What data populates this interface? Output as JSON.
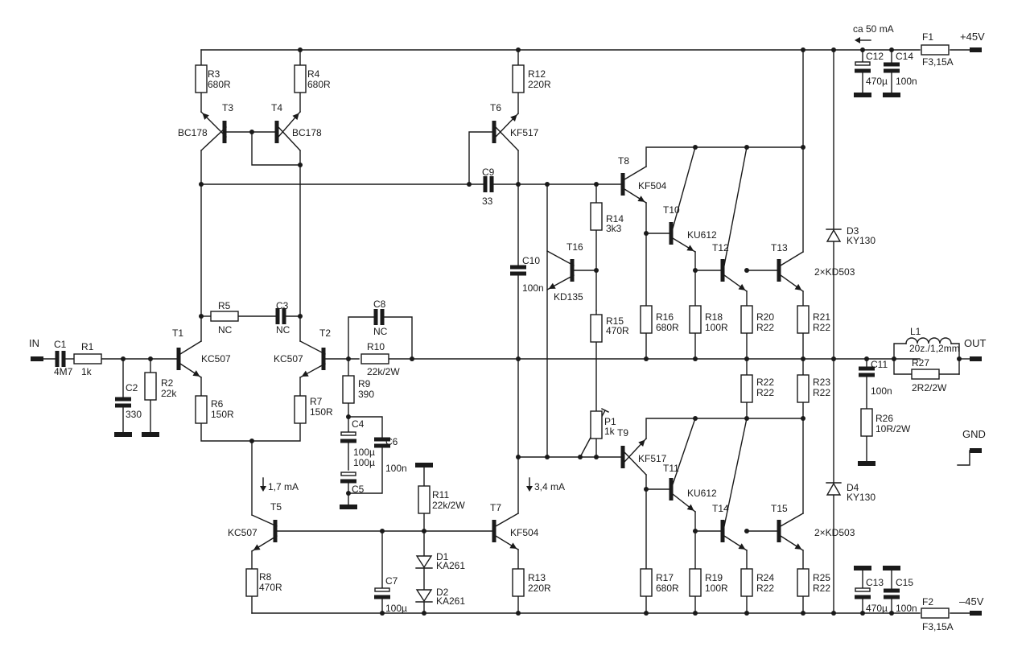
{
  "labels": {
    "IN": "IN",
    "OUT": "OUT",
    "GND": "GND",
    "plus45": "+45V",
    "minus45": "–45V",
    "current_q": "ca 50 mA",
    "i17": "1,7 mA",
    "i34": "3,4 mA",
    "C1": "C1",
    "C1v": "4M7",
    "R1": "R1",
    "R1v": "1k",
    "C2": "C2",
    "C2v": "330",
    "R2": "R2",
    "R2v": "22k",
    "T1": "T1",
    "T1v": "KC507",
    "T2": "T2",
    "T2v": "KC507",
    "R5": "R5",
    "R5v": "NC",
    "C3": "C3",
    "C3v": "NC",
    "R6": "R6",
    "R6v": "150R",
    "R7": "R7",
    "R7v": "150R",
    "R3": "R3",
    "R3v": "680R",
    "R4": "R4",
    "R4v": "680R",
    "T3": "T3",
    "T3v": "BC178",
    "T4": "T4",
    "T4v": "BC178",
    "C8": "C8",
    "C8v": "NC",
    "R10": "R10",
    "R10v": "22k/2W",
    "R9": "R9",
    "R9v": "390",
    "C4": "C4",
    "C4v": "100µ",
    "C5": "C5",
    "C5v": "100µ",
    "C6": "C6",
    "C6v": "100n",
    "T5": "T5",
    "T5v": "KC507",
    "R8": "R8",
    "R8v": "470R",
    "C7": "C7",
    "C7v": "100µ",
    "R11": "R11",
    "R11v": "22k/2W",
    "D1": "D1",
    "D1v": "KA261",
    "D2": "D2",
    "D2v": "KA261",
    "T7": "T7",
    "T7v": "KF504",
    "R13": "R13",
    "R13v": "220R",
    "R12": "R12",
    "R12v": "220R",
    "T6": "T6",
    "T6v": "KF517",
    "C9": "C9",
    "C9v": "33",
    "C10": "C10",
    "C10v": "100n",
    "T16": "T16",
    "T16v": "KD135",
    "R14": "R14",
    "R14v": "3k3",
    "R15": "R15",
    "R15v": "470R",
    "P1": "P1",
    "P1v": "1k",
    "T8": "T8",
    "T8v": "KF504",
    "T9": "T9",
    "T9v": "KF517",
    "T10": "T10",
    "T10v": "KU612",
    "T11": "T11",
    "T11v": "KU612",
    "T12": "T12",
    "T13": "T13",
    "T1213v": "2×KD503",
    "T14": "T14",
    "T15": "T15",
    "T1415v": "2×KD503",
    "R16": "R16",
    "R16v": "680R",
    "R17": "R17",
    "R17v": "680R",
    "R18": "R18",
    "R18v": "100R",
    "R19": "R19",
    "R19v": "100R",
    "R20": "R20",
    "R20v": "R22",
    "R21": "R21",
    "R21v": "R22",
    "R22": "R22",
    "R22v": "R22",
    "R23": "R23",
    "R23v": "R22",
    "R24": "R24",
    "R24v": "R22",
    "R25": "R25",
    "R25v": "R22",
    "D3": "D3",
    "D3v": "KY130",
    "D4": "D4",
    "D4v": "KY130",
    "C12": "C12",
    "C12v": "470µ",
    "C14": "C14",
    "C14v": "100n",
    "C13": "C13",
    "C13v": "470µ",
    "C15": "C15",
    "C15v": "100n",
    "F1": "F1",
    "F1v": "F3,15A",
    "F2": "F2",
    "F2v": "F3,15A",
    "L1": "L1",
    "L1v": "20z./1,2mm",
    "R27": "R27",
    "R27v": "2R2/2W",
    "C11": "C11",
    "C11v": "100n",
    "R26": "R26",
    "R26v": "10R/2W"
  },
  "colors": {
    "ink": "#1a1a1a",
    "background": "#ffffff"
  }
}
